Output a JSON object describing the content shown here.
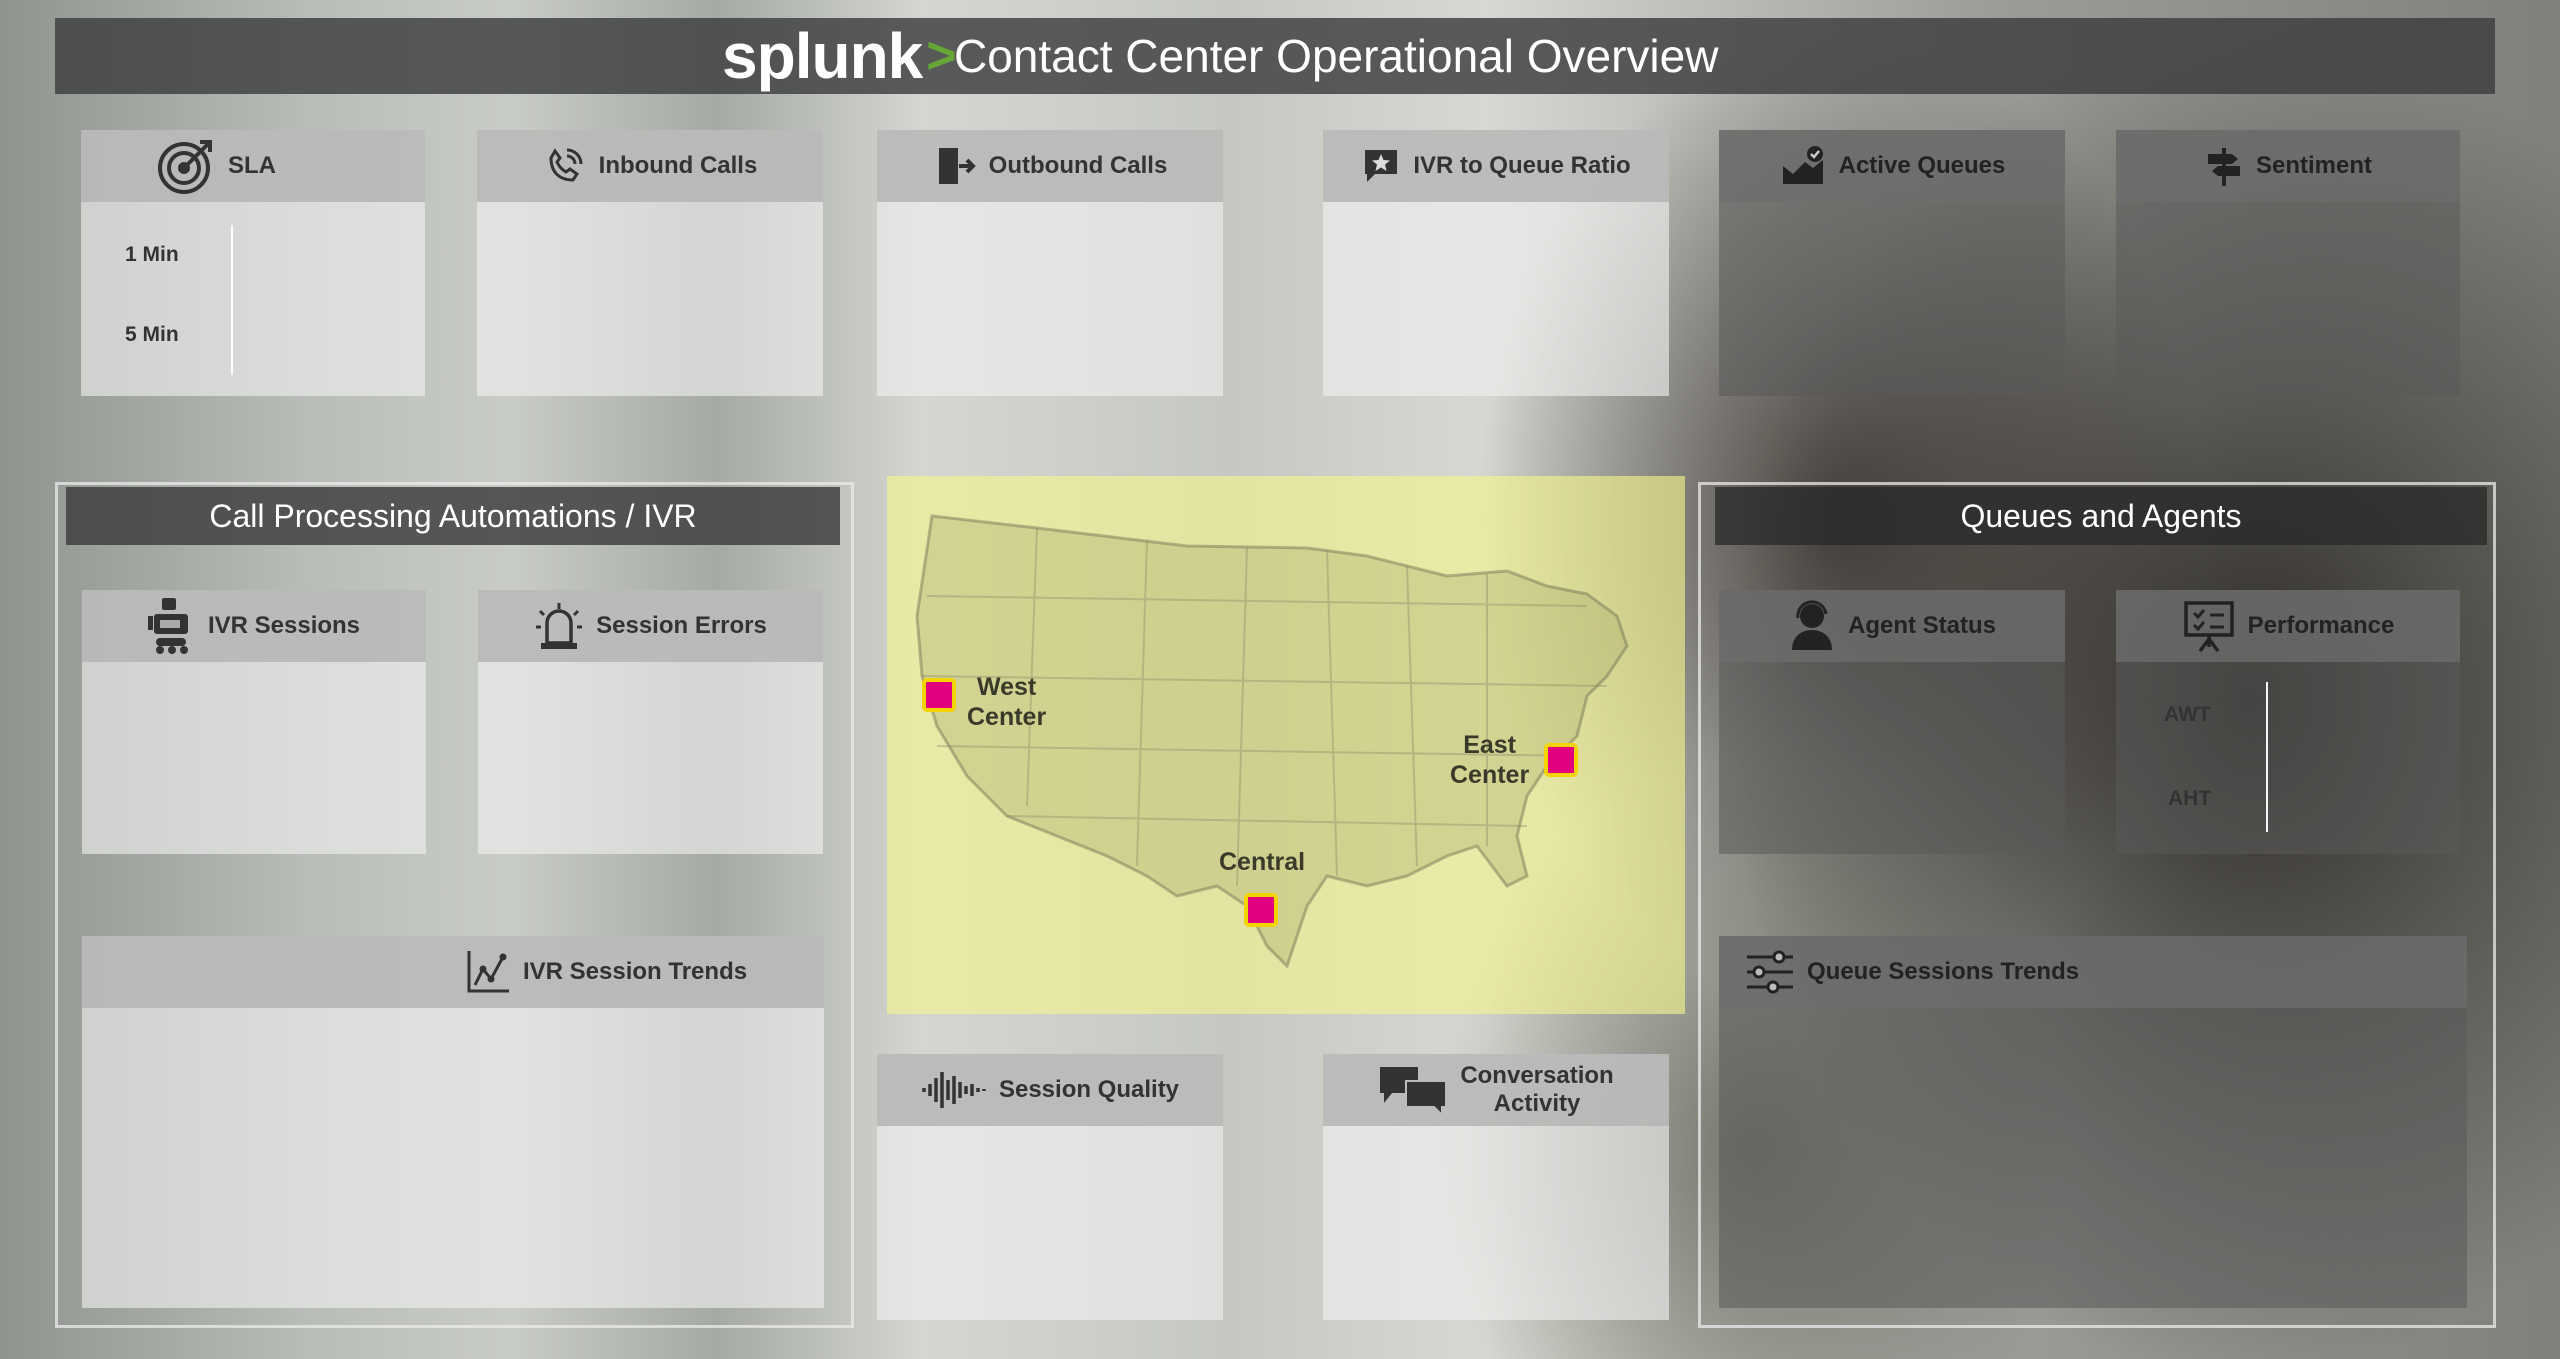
{
  "header": {
    "logo_text": "splunk",
    "logo_chevron": ">",
    "title": "Contact Center Operational Overview"
  },
  "kpis": {
    "sla": {
      "label": "SLA",
      "rows": [
        "1 Min",
        "5 Min"
      ]
    },
    "inbound_calls": {
      "label": "Inbound Calls"
    },
    "outbound_calls": {
      "label": "Outbound Calls"
    },
    "ivr_to_queue_ratio": {
      "label": "IVR to Queue Ratio"
    },
    "active_queues": {
      "label": "Active Queues"
    },
    "sentiment": {
      "label": "Sentiment"
    }
  },
  "ivr_section": {
    "title": "Call Processing Automations / IVR",
    "ivr_sessions": "IVR Sessions",
    "session_errors": "Session Errors",
    "ivr_session_trends": "IVR Session Trends"
  },
  "map": {
    "locations": [
      {
        "name": "West Center",
        "line1": "West",
        "line2": "Center"
      },
      {
        "name": "Central",
        "line1": "Central"
      },
      {
        "name": "East Center",
        "line1": "East",
        "line2": "Center"
      }
    ],
    "bg_color": "#f6f68c",
    "marker_color": "#e3007f",
    "marker_border": "#f2d400"
  },
  "bottom_center": {
    "session_quality": "Session Quality",
    "conversation_activity_1": "Conversation",
    "conversation_activity_2": "Activity"
  },
  "queues_section": {
    "title": "Queues and Agents",
    "agent_status": "Agent Status",
    "performance": {
      "label": "Performance",
      "rows": [
        "AWT",
        "AHT"
      ]
    },
    "queue_sessions_trends": "Queue Sessions Trends"
  },
  "colors": {
    "accent_green": "#65a637",
    "header_bg": "#3c3e3e"
  }
}
